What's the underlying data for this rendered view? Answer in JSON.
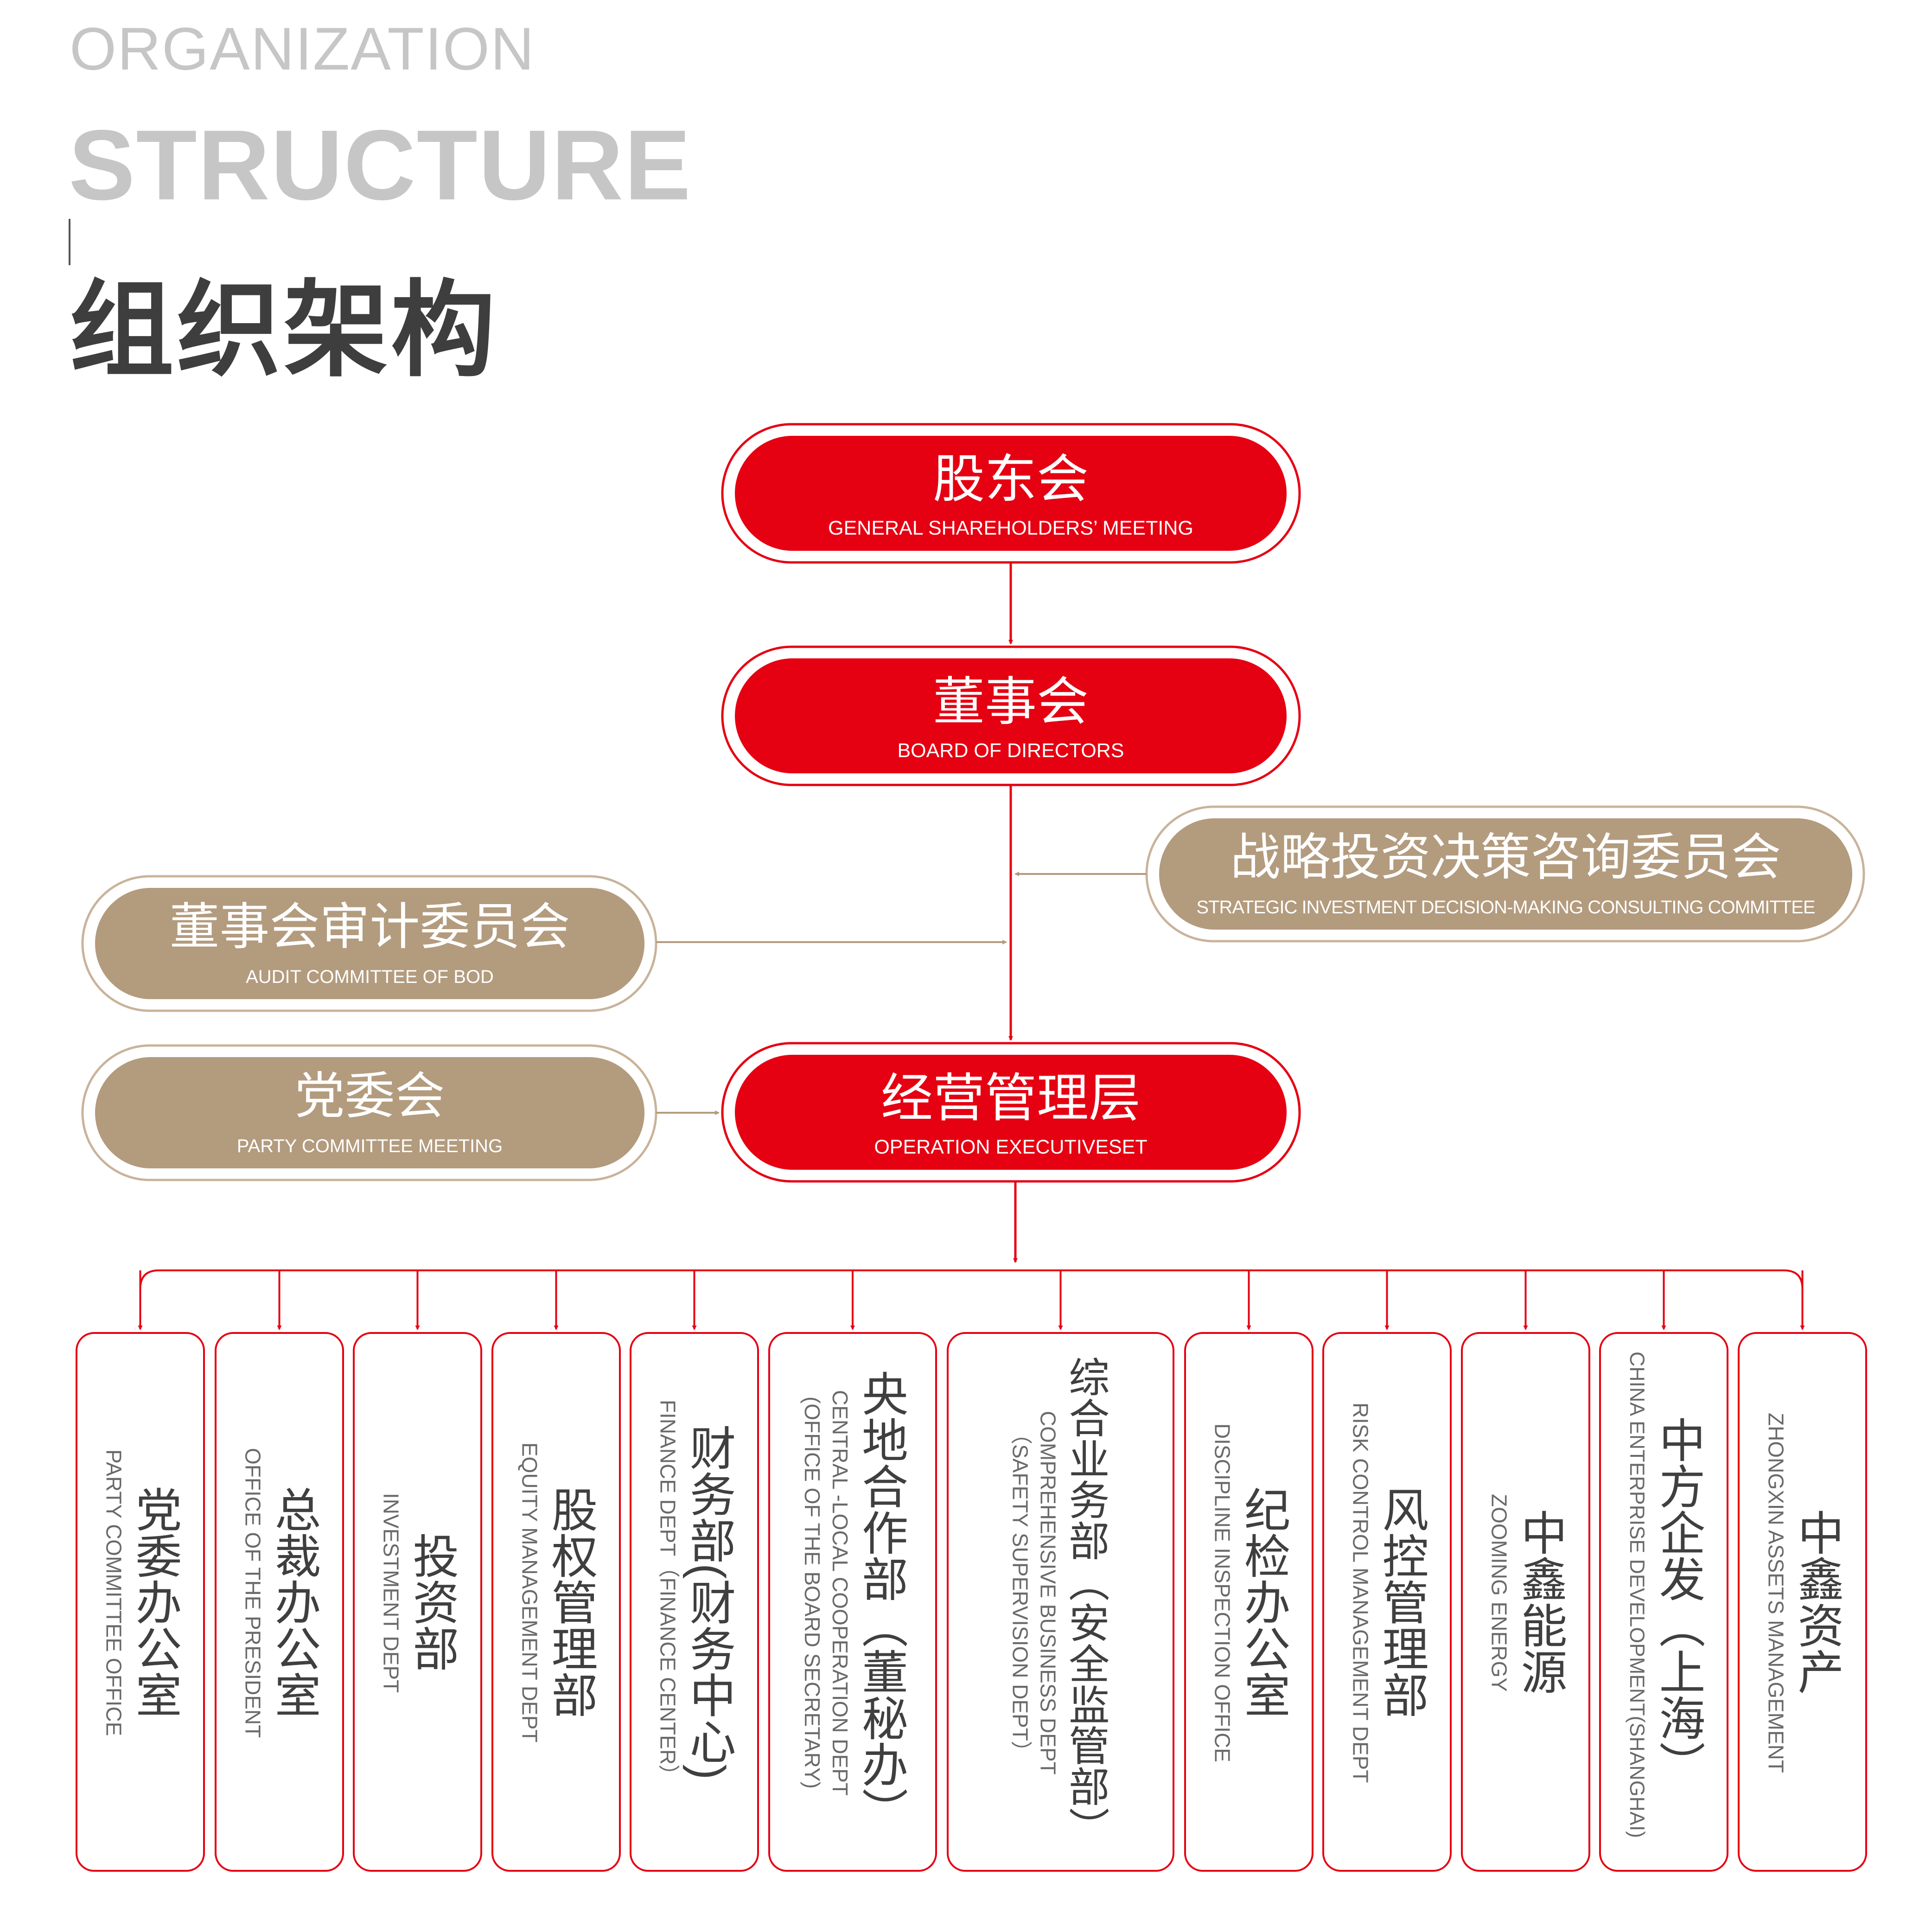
{
  "header": {
    "line1": "ORGANIZATION",
    "line2": "STRUCTURE",
    "title_zh": "组织架构"
  },
  "colors": {
    "red": "#e50012",
    "tan": "#b39b7e",
    "outline": "#c9b39a",
    "text_dark": "#3f3f3f"
  },
  "nodes": {
    "shareholders": {
      "zh": "股东会",
      "en": "GENERAL SHAREHOLDERS’ MEETING"
    },
    "board": {
      "zh": "董事会",
      "en": "BOARD OF DIRECTORS"
    },
    "strategic": {
      "zh": "战略投资决策咨询委员会",
      "en": "STRATEGIC INVESTMENT DECISION-MAKING CONSULTING COMMITTEE"
    },
    "audit": {
      "zh": "董事会审计委员会",
      "en": "AUDIT COMMITTEE OF BOD"
    },
    "party": {
      "zh": "党委会",
      "en": "PARTY COMMITTEE MEETING"
    },
    "executive": {
      "zh": "经营管理层",
      "en": "OPERATION EXECUTIVESET"
    }
  },
  "departments": [
    {
      "zh": "党委办公室",
      "en": [
        "PARTY COMMITTEE OFFICE"
      ]
    },
    {
      "zh": "总裁办公室",
      "en": [
        "OFFICE OF THE PRESIDENT"
      ]
    },
    {
      "zh": "投资部",
      "en": [
        "INVESTMENT DEPT"
      ]
    },
    {
      "zh": "股权管理部",
      "en": [
        "EQUITY MANAGEMENT DEPT"
      ]
    },
    {
      "zh": "财务部(财务中心)",
      "en": [
        "FINANCE DEPT（FINANCE CENTER）"
      ]
    },
    {
      "zh": "央地合作部（董秘办）",
      "en": [
        "CENTRAL -LOCAL COOPERATION DEPT",
        "(OFFICE OF THE BOARD SECRETARY)"
      ]
    },
    {
      "zh": "综合业务部（安全监管部）",
      "en": [
        "COMPREHENSIVE BUSINESS DEPT",
        "（SAFETY SUPERVISION DEPT）"
      ]
    },
    {
      "zh": "纪检办公室",
      "en": [
        "DISCIPLINE INSPECTION OFFICE"
      ]
    },
    {
      "zh": "风控管理部",
      "en": [
        "RISK CONTROL MANAGEMENT DEPT"
      ]
    },
    {
      "zh": "中鑫能源",
      "en": [
        "ZOOMING ENERGY"
      ]
    },
    {
      "zh": "中方企发（上海）",
      "en": [
        "CHINA ENTERPRISE DEVELOPMENT(SHANGHAI)"
      ]
    },
    {
      "zh": "中鑫资产",
      "en": [
        "ZHONGXIN ASSETS MANAGEMENT"
      ]
    }
  ]
}
